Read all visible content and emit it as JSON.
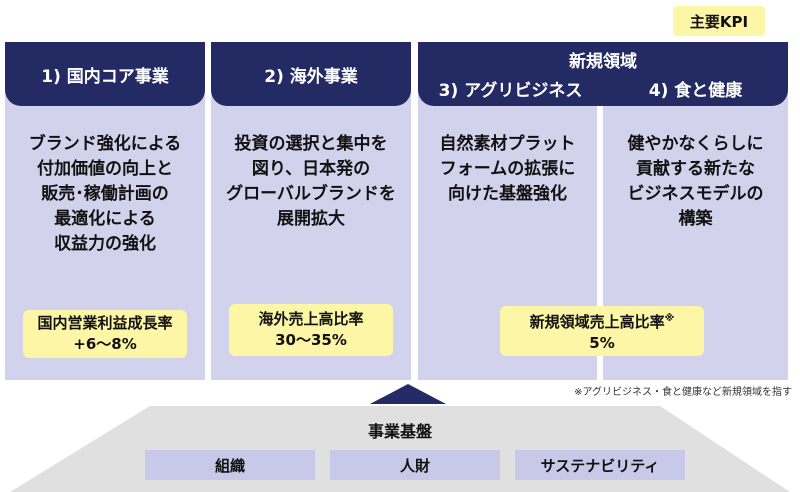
{
  "kpi_legend": "主要KPI",
  "columns": [
    {
      "title": "1) 国内コア事業",
      "desc": [
        "ブランド強化による",
        "付加価値の向上と",
        "販売･稼働計画の",
        "最適化による",
        "収益力の強化"
      ],
      "kpi_label": "国内営業利益成長率",
      "kpi_value": "+6〜8%"
    },
    {
      "title": "2) 海外事業",
      "desc": [
        "投資の選択と集中を",
        "図り、日本発の",
        "グローバルブランドを",
        "展開拡大"
      ],
      "kpi_label": "海外売上高比率",
      "kpi_value": "30〜35%"
    }
  ],
  "new_domain": {
    "title": "新規領域",
    "sub_left": "3) アグリビジネス",
    "sub_right": "4) 食と健康",
    "desc_left": [
      "自然素材プラット",
      "フォームの拡張に",
      "向けた基盤強化"
    ],
    "desc_right": [
      "健やかなくらしに",
      "貢献する新たな",
      "ビジネスモデルの",
      "構築"
    ],
    "kpi_label": "新規領域売上高比率",
    "kpi_mark": "※",
    "kpi_value": "5%"
  },
  "note": "※アグリビジネス・食と健康など新規領域を指す",
  "foundation": {
    "title": "事業基盤",
    "items": [
      "組織",
      "人財",
      "サステナビリティ"
    ]
  },
  "colors": {
    "header_navy": "#242a63",
    "column_bg": "#d2d2ec",
    "kpi_yellow": "#fdf6a6",
    "base_gray": "#e0e0e0",
    "base_item": "#c8c8e8"
  }
}
